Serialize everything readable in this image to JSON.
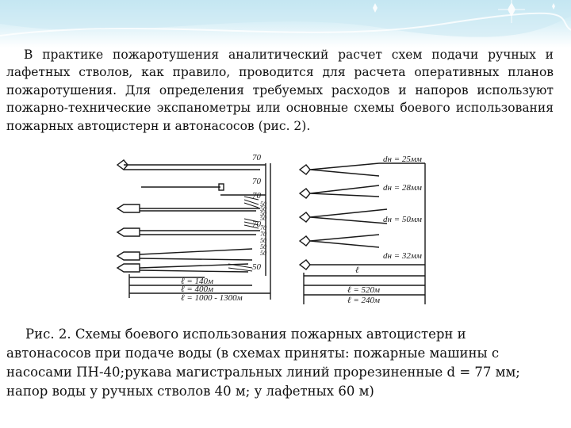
{
  "slide": {
    "paragraph": "В практике пожаротушения аналитический расчет схем подачи ручных и лафетных стволов, как правило, проводится для расчета оперативных планов пожаротушения. Для определения требуемых расходов и напоров используют пожарно-технические экспанометры или основные схемы боевого использования пожарных автоцистерн и автонасосов (рис. 2).",
    "caption_line1": "Рис. 2. Схемы боевого использования пожарных автоцистерн и",
    "caption_rest": "автонасосов при подаче воды (в схемах приняты: пожарные машины с насосами ПН-40;рукава магистральных линий прорезиненные d = 77 мм; напор воды у ручных стволов 40 м; у лафетных 60 м)"
  },
  "figure": {
    "left": {
      "branch_labels": [
        "70",
        "70",
        "70",
        "70"
      ],
      "side_labels": [
        "50",
        "50",
        "50",
        "50",
        "70",
        "70",
        "50",
        "50",
        "50"
      ],
      "bottom_label": "50",
      "dimensions": [
        "ℓ = 140м",
        "ℓ = 400м",
        "ℓ = 1000 - 1300м"
      ]
    },
    "right": {
      "diameters": [
        "dн = 25мм",
        "dн = 28мм",
        "dн = 50мм",
        "dн = 32мм"
      ],
      "dimensions": [
        "ℓ = 520м",
        "ℓ = 240м"
      ],
      "dimension_top": "ℓ"
    }
  },
  "colors": {
    "banner": "#bfe6f2",
    "banner_light": "#e8f6fb",
    "ink": "#1a1a1a"
  }
}
